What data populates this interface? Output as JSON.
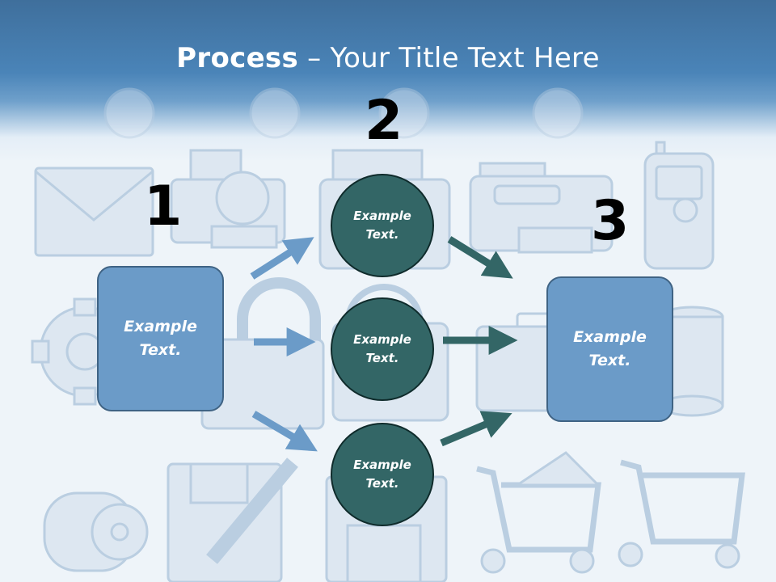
{
  "title": {
    "bold": "Process",
    "rest": " – Your Title Text Here"
  },
  "steps": {
    "one": "1",
    "two": "2",
    "three": "3"
  },
  "boxes": {
    "left": "Example\nText.",
    "right": "Example\nText."
  },
  "circles": {
    "top": "Example\nText.",
    "middle": "Example\nText.",
    "bottom": "Example\nText."
  },
  "colors": {
    "box_fill": "#6b9bc8",
    "circle_fill": "#336666",
    "arrow_blue": "#6b9bc8",
    "arrow_teal": "#336666"
  }
}
